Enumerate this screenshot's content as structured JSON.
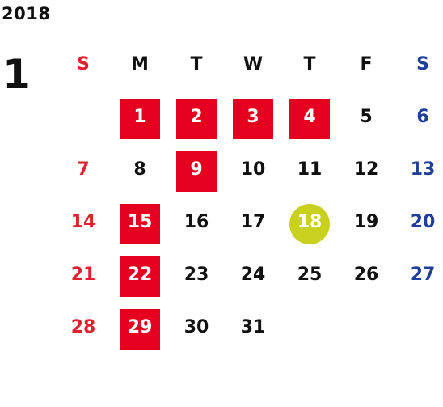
{
  "calendar": {
    "year": "2018",
    "month": "1",
    "weekdays": [
      "S",
      "M",
      "T",
      "W",
      "T",
      "F",
      "S"
    ],
    "colors": {
      "sunday": "#e0212f",
      "saturday": "#1f3f99",
      "weekday": "#111111",
      "holiday_bg": "#e60020",
      "today_bg": "#c9d11e"
    },
    "weeks": [
      [
        {
          "day": ""
        },
        {
          "day": "1",
          "holiday": true
        },
        {
          "day": "2",
          "holiday": true
        },
        {
          "day": "3",
          "holiday": true
        },
        {
          "day": "4",
          "holiday": true
        },
        {
          "day": "5"
        },
        {
          "day": "6"
        }
      ],
      [
        {
          "day": "7"
        },
        {
          "day": "8"
        },
        {
          "day": "9",
          "holiday": true
        },
        {
          "day": "10"
        },
        {
          "day": "11"
        },
        {
          "day": "12"
        },
        {
          "day": "13"
        }
      ],
      [
        {
          "day": "14"
        },
        {
          "day": "15",
          "holiday": true
        },
        {
          "day": "16"
        },
        {
          "day": "17"
        },
        {
          "day": "18",
          "today": true
        },
        {
          "day": "19"
        },
        {
          "day": "20"
        }
      ],
      [
        {
          "day": "21"
        },
        {
          "day": "22",
          "holiday": true
        },
        {
          "day": "23"
        },
        {
          "day": "24"
        },
        {
          "day": "25"
        },
        {
          "day": "26"
        },
        {
          "day": "27"
        }
      ],
      [
        {
          "day": "28"
        },
        {
          "day": "29",
          "holiday": true
        },
        {
          "day": "30"
        },
        {
          "day": "31"
        },
        {
          "day": ""
        },
        {
          "day": ""
        },
        {
          "day": ""
        }
      ]
    ]
  }
}
